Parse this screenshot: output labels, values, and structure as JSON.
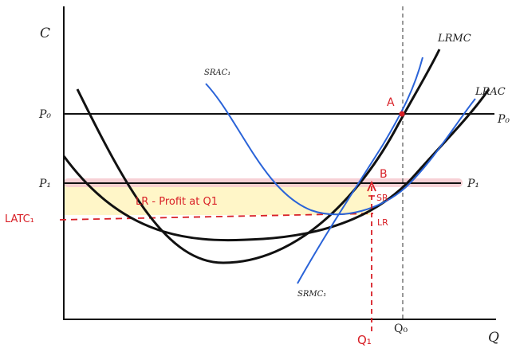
{
  "chart_data": {
    "type": "line",
    "title": "",
    "xlabel": "Q",
    "ylabel": "C",
    "grid": false,
    "colors": {
      "axes": "#111111",
      "cost_curves": "#111111",
      "short_run_curves": "#2a63d8",
      "annotations": "#d81f26",
      "profit_area": "#fff6c8",
      "p1_highlight": "#f6c9cf",
      "q0_guide": "#555555"
    },
    "series": [
      {
        "name": "LRMC"
      },
      {
        "name": "LRAC"
      },
      {
        "name": "SRAC₁"
      },
      {
        "name": "SRMC₁"
      }
    ],
    "price_lines": [
      {
        "label": "P₀",
        "right_label": "P₀"
      },
      {
        "label": "P₁",
        "right_label": "P₁"
      }
    ],
    "quantity_marks": [
      {
        "label": "Q₀"
      }
    ],
    "points": [
      {
        "label": "A"
      },
      {
        "label": "B"
      },
      {
        "label": "SR"
      },
      {
        "label": "LR"
      }
    ],
    "annotations": {
      "profit_text": "LR - Profit at Q1",
      "latc_label": "LATC₁",
      "q1_label": "Q₁"
    }
  }
}
